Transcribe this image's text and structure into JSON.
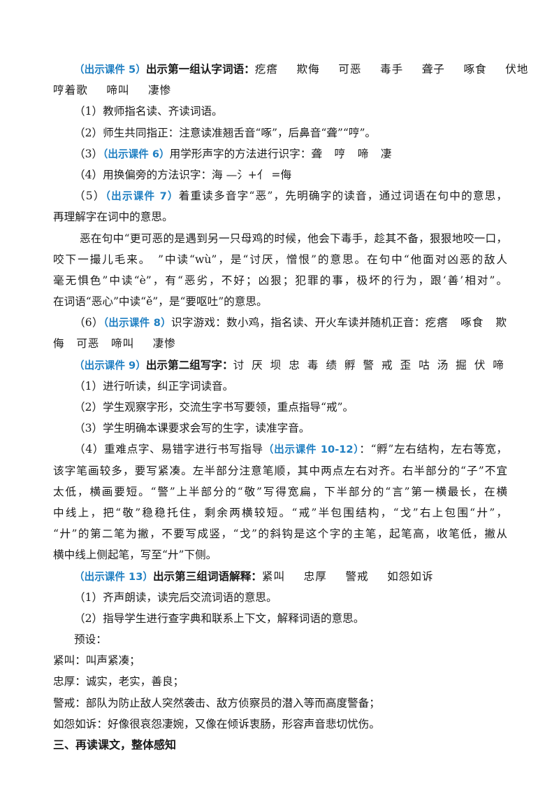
{
  "lines": [
    {
      "indent": "i1",
      "just": false,
      "segments": [
        {
          "c": "blue",
          "t": "（出示课件 5）"
        },
        {
          "c": "bold",
          "t": "出示第一组认字词语："
        },
        {
          "c": "words",
          "t": "疙瘩　 欺侮　 可恶　 毒手　 聋子　 啄食　 伏地"
        }
      ]
    },
    {
      "indent": "",
      "just": false,
      "segments": [
        {
          "c": "words",
          "t": "哼着歌　 啼叫　 凄惨"
        }
      ]
    },
    {
      "indent": "i1",
      "just": false,
      "segments": [
        {
          "c": "",
          "t": "（1）教师指名读、齐读词语。"
        }
      ]
    },
    {
      "indent": "i1",
      "just": false,
      "segments": [
        {
          "c": "",
          "t": "（2）师生共同指正：注意读准翘舌音“啄”，后鼻音“聋”“哼”。"
        }
      ]
    },
    {
      "indent": "i1",
      "just": false,
      "segments": [
        {
          "c": "",
          "t": "（3）"
        },
        {
          "c": "blue",
          "t": "（出示课件 6）"
        },
        {
          "c": "",
          "t": "用学形声字的方法进行识字："
        },
        {
          "c": "words",
          "t": "聋　哼　啼　凄"
        }
      ]
    },
    {
      "indent": "i1",
      "just": false,
      "segments": [
        {
          "c": "",
          "t": "（4）用换偏旁的方法识字：海 —氵+亻 =侮"
        }
      ]
    },
    {
      "indent": "i1",
      "just": true,
      "segments": [
        {
          "c": "",
          "t": "（5）"
        },
        {
          "c": "blue",
          "t": "（出示课件 7）"
        },
        {
          "c": "",
          "t": "着重读多音字“恶”，先明确字的读音，通过词语在句中的意思，"
        }
      ]
    },
    {
      "indent": "",
      "just": false,
      "segments": [
        {
          "c": "",
          "t": "再理解字在词中的意思。"
        }
      ]
    },
    {
      "indent": "i2",
      "just": true,
      "segments": [
        {
          "c": "",
          "t": "恶在句中“更可恶的是遇到另一只母鸡的时候，他会下毒手，趁其不备，狠狠地咬一口，"
        }
      ]
    },
    {
      "indent": "",
      "just": true,
      "segments": [
        {
          "c": "",
          "t": "咬下一撮儿毛来。　”中读“wù”，是“讨厌，憎恨”的意思。在句中“他面对凶恶的敌人"
        }
      ]
    },
    {
      "indent": "",
      "just": true,
      "segments": [
        {
          "c": "",
          "t": "毫无惧色”中读“è”，有“恶劣，不好；凶狠；犯罪的事，极坏的行为，跟‘善’相对”。"
        }
      ]
    },
    {
      "indent": "",
      "just": false,
      "segments": [
        {
          "c": "",
          "t": "在词语“恶心”中读“ě”，是“要呕吐”的意思。"
        }
      ]
    },
    {
      "indent": "i1",
      "just": true,
      "segments": [
        {
          "c": "",
          "t": "（6）"
        },
        {
          "c": "blue",
          "t": "（出示课件 8）"
        },
        {
          "c": "",
          "t": "识字游戏：数小鸡，指名读、开火车读并随机正音："
        },
        {
          "c": "words",
          "t": "疙瘩　啄食　欺"
        }
      ]
    },
    {
      "indent": "",
      "just": false,
      "segments": [
        {
          "c": "words",
          "t": "侮　可恶　啼叫　 凄惨"
        }
      ]
    },
    {
      "indent": "i1",
      "just": false,
      "segments": [
        {
          "c": "blue",
          "t": "（出示课件 9）"
        },
        {
          "c": "bold",
          "t": "出示第二组写字："
        },
        {
          "c": "words",
          "t": "讨 厌 坝 忠 毒 绩 孵 警 戒 歪 咕 汤 掘 伏 啼"
        }
      ]
    },
    {
      "indent": "i1",
      "just": false,
      "segments": [
        {
          "c": "",
          "t": "（1）进行听读，纠正字词读音。"
        }
      ]
    },
    {
      "indent": "i1",
      "just": false,
      "segments": [
        {
          "c": "",
          "t": "（2）学生观察字形，交流生字书写要领，重点指导“戒”。"
        }
      ]
    },
    {
      "indent": "i1",
      "just": false,
      "segments": [
        {
          "c": "",
          "t": "（3）学生明确本课要求会写的生字，读准字音。"
        }
      ]
    },
    {
      "indent": "i1",
      "just": true,
      "segments": [
        {
          "c": "",
          "t": "（4）重难点字、易错字进行书写指导"
        },
        {
          "c": "blue",
          "t": "（出示课件 10-12）"
        },
        {
          "c": "",
          "t": "：“孵”左右结构，左右等宽，"
        }
      ]
    },
    {
      "indent": "",
      "just": true,
      "segments": [
        {
          "c": "",
          "t": "该字笔画较多，要写紧凑。左半部分注意笔顺，其中两点左右对齐。右半部分的“子”不宜"
        }
      ]
    },
    {
      "indent": "",
      "just": true,
      "segments": [
        {
          "c": "",
          "t": "太低，横画要短。“警”上半部分的“敬”写得宽扁，下半部分的“言”第一横最长，在横"
        }
      ]
    },
    {
      "indent": "",
      "just": true,
      "segments": [
        {
          "c": "",
          "t": "中线上，把“敬”稳稳托住，剩余两横较短。“戒”半包围结构，“戈”右上包围“廾”，"
        }
      ]
    },
    {
      "indent": "",
      "just": true,
      "segments": [
        {
          "c": "",
          "t": "“廾”的第二笔为撇，不要写成竖，“戈”的斜钩是这个字的主笔，起笔高，收笔低，撇从"
        }
      ]
    },
    {
      "indent": "",
      "just": false,
      "segments": [
        {
          "c": "",
          "t": "横中线上侧起笔，写至“廾”下侧。"
        }
      ]
    },
    {
      "indent": "i1",
      "just": false,
      "segments": [
        {
          "c": "blue",
          "t": "（出示课件 13）"
        },
        {
          "c": "bold",
          "t": "出示第三组词语解释："
        },
        {
          "c": "words",
          "t": "紧叫　 忠厚　 警戒　 如怨如诉"
        }
      ]
    },
    {
      "indent": "i1",
      "just": false,
      "segments": [
        {
          "c": "",
          "t": "（1）齐声朗读，读完后交流词语的意思。"
        }
      ]
    },
    {
      "indent": "i1",
      "just": false,
      "segments": [
        {
          "c": "",
          "t": "（2）指导学生进行查字典和联系上下文，解释词语的意思。"
        }
      ]
    },
    {
      "indent": "i1",
      "just": false,
      "segments": [
        {
          "c": "",
          "t": "预设："
        }
      ]
    },
    {
      "indent": "",
      "just": false,
      "segments": [
        {
          "c": "",
          "t": "紧叫：叫声紧凑；"
        }
      ]
    },
    {
      "indent": "",
      "just": false,
      "segments": [
        {
          "c": "",
          "t": "忠厚：诚实，老实，善良；"
        }
      ]
    },
    {
      "indent": "",
      "just": false,
      "segments": [
        {
          "c": "",
          "t": "警戒：部队为防止敌人突然袭击、敌方侦察员的潜入等而高度警备；"
        }
      ]
    },
    {
      "indent": "",
      "just": false,
      "segments": [
        {
          "c": "",
          "t": "如怨如诉：好像很哀怨凄婉，又像在倾诉衷肠，形容声音悲切忧伤。"
        }
      ]
    },
    {
      "indent": "",
      "just": false,
      "segments": [
        {
          "c": "heading",
          "t": "三、再读课文，整体感知"
        }
      ]
    }
  ]
}
